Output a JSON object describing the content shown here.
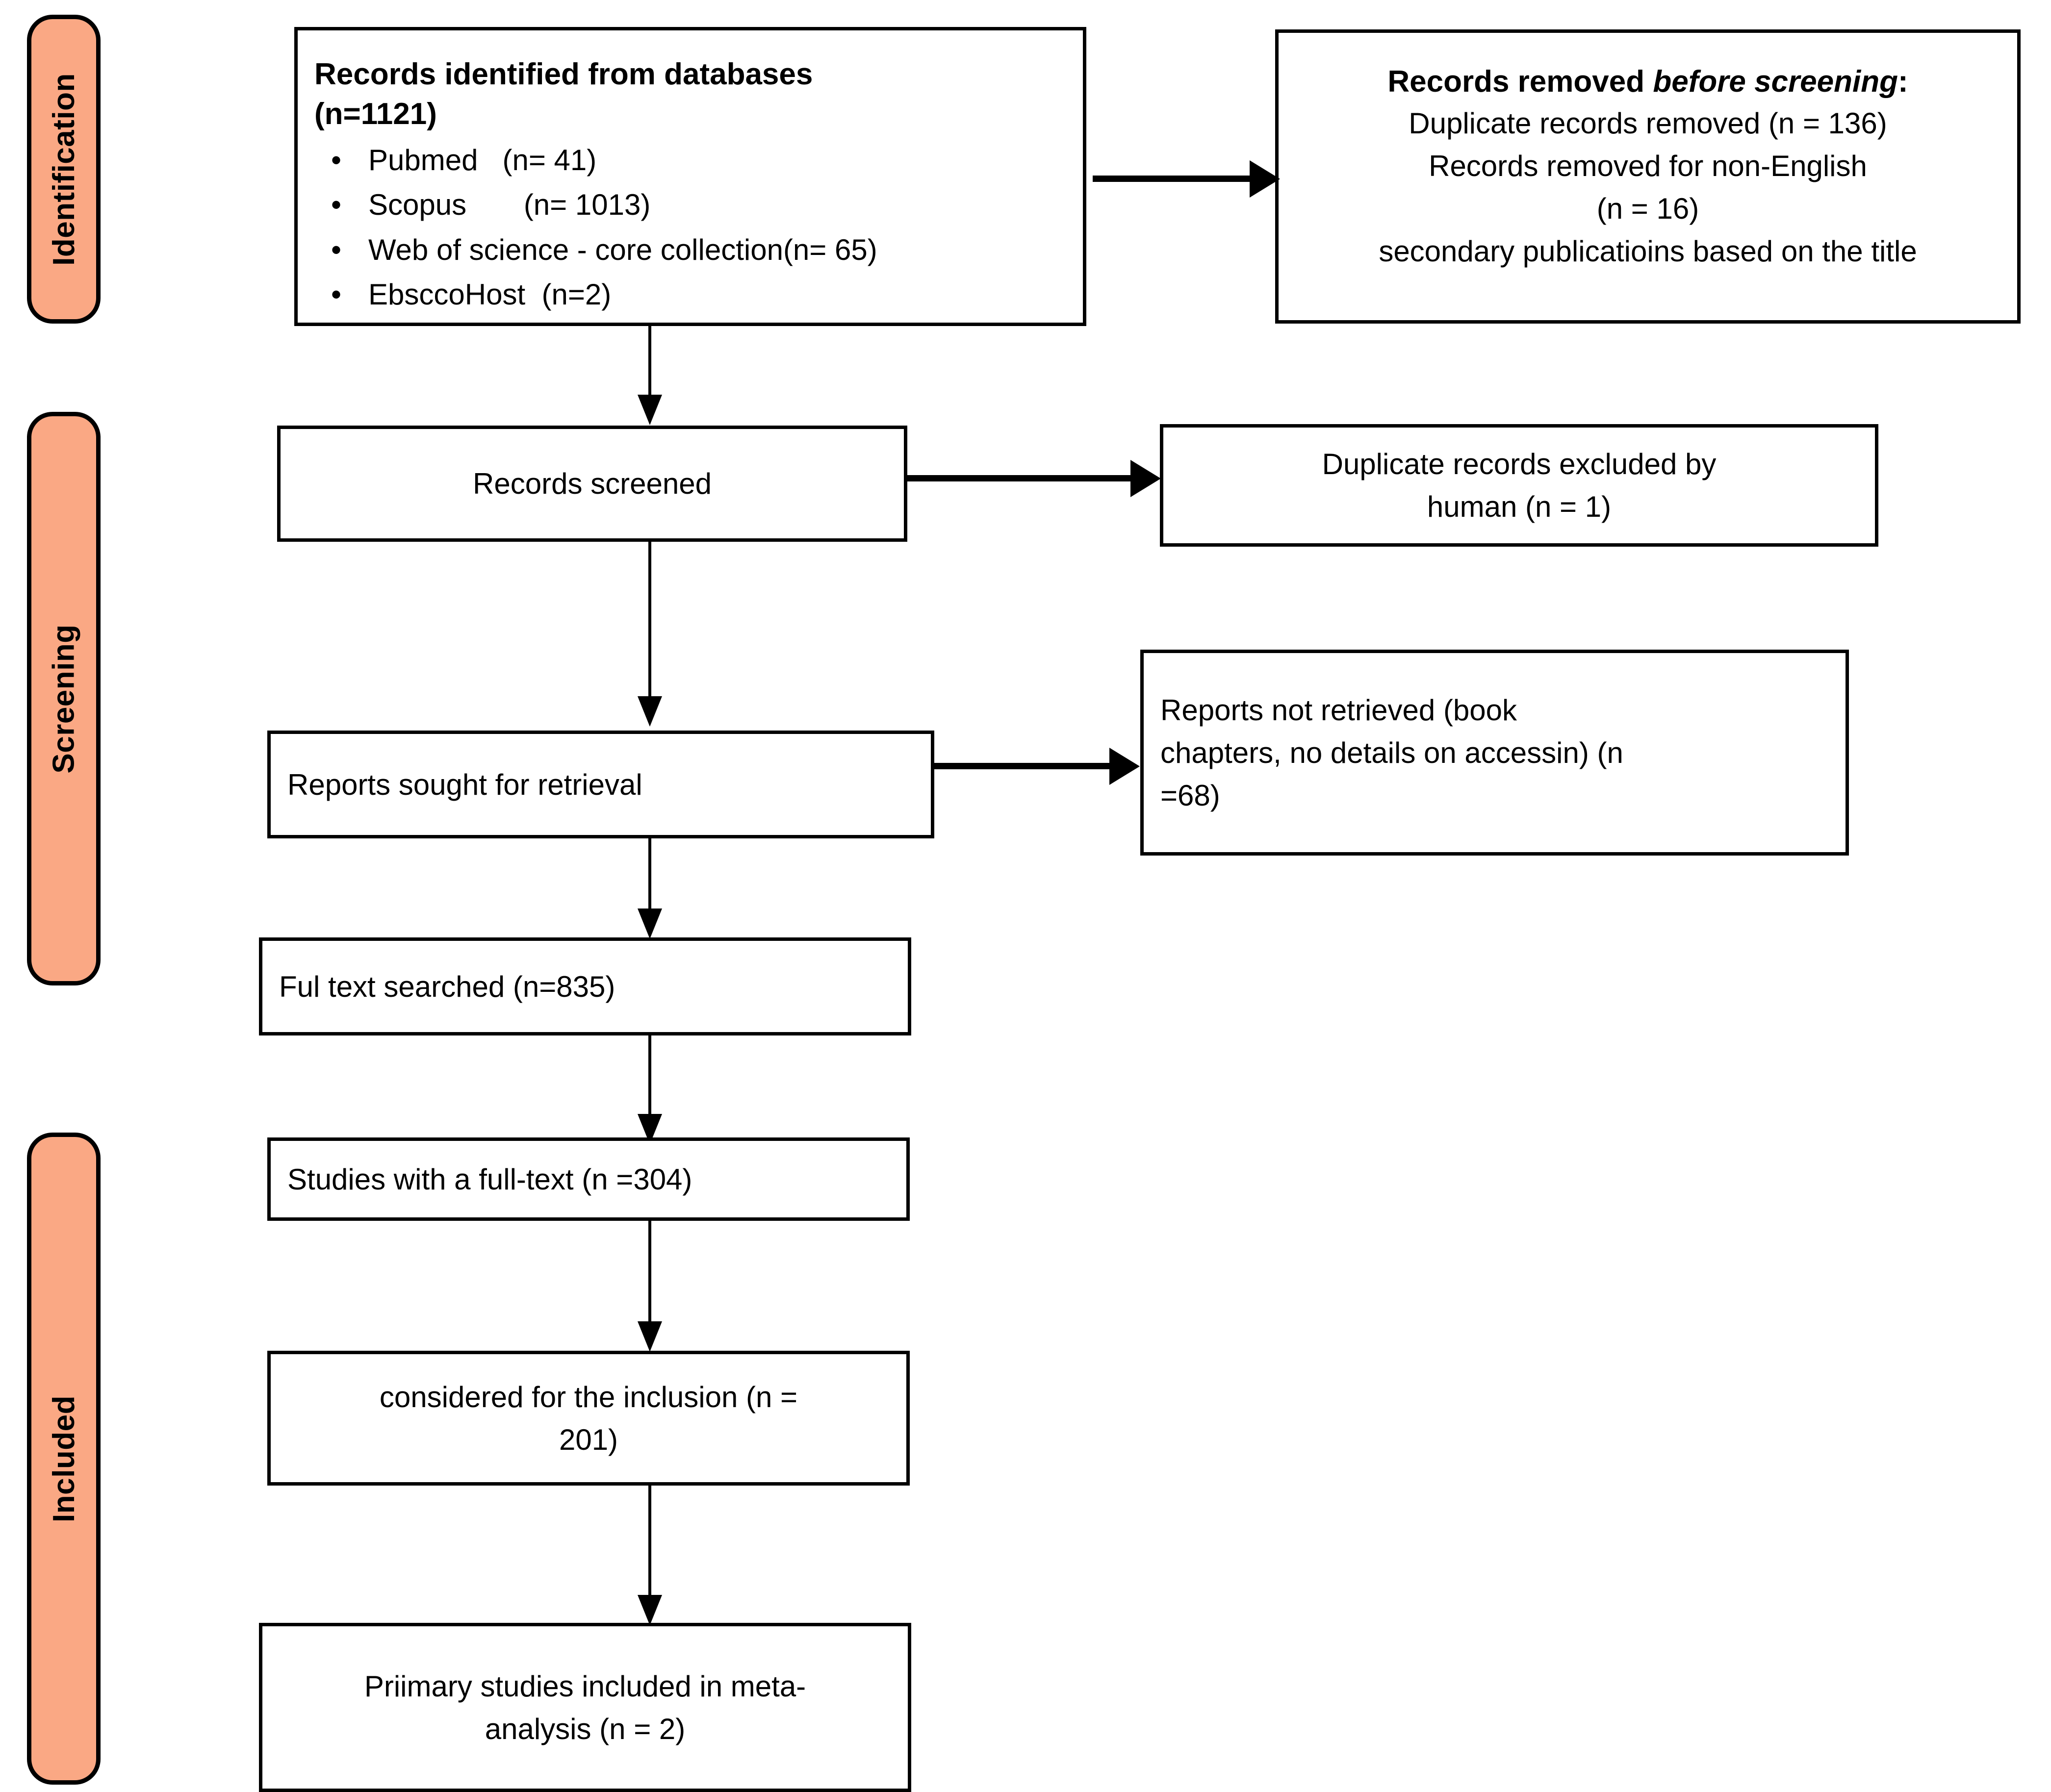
{
  "diagram": {
    "title": "PRISMA flow diagram",
    "accent_color": "#FAA884",
    "line_color": "#000000",
    "background_color": "#FFFFFF"
  },
  "stages": [
    {
      "id": "identification",
      "label": "Identification"
    },
    {
      "id": "screening",
      "label": "Screening"
    },
    {
      "id": "included",
      "label": "Included"
    }
  ],
  "boxes": {
    "records_identified": {
      "title": "Records identified from databases",
      "count_line": "(n=1121)",
      "sources": [
        {
          "name": "Pubmed",
          "count": "(n= 41)",
          "text": "Pubmed   (n= 41)"
        },
        {
          "name": "Scopus",
          "count": "(n= 1013)",
          "text": "Scopus       (n= 1013)"
        },
        {
          "name": "Web of science - core collection",
          "count": "(n= 65)",
          "text": "Web of science - core collection(n= 65)"
        },
        {
          "name": "EbsccoHost",
          "count": "(n=2)",
          "text": "EbsccoHost  (n=2)"
        }
      ]
    },
    "records_removed_before_screening": {
      "title_normal": "Records removed ",
      "title_italic": "before screening",
      "title_colon": ":",
      "lines": [
        "Duplicate records removed  (n = 136)",
        "Records removed for non-English",
        "(n = 16)",
        "secondary publicatioins  based on the title"
      ]
    },
    "records_screened": {
      "text": "Records screened"
    },
    "duplicate_records_excluded": {
      "lines": [
        "Duplicate records  excluded by",
        "human (n = 1)"
      ]
    },
    "reports_sought": {
      "text": "Reports sought for retrieval"
    },
    "reports_not_retrieved": {
      "lines": [
        "Reports not retrieved (book",
        "chapters, no details on accessin) (n",
        "=68)"
      ]
    },
    "full_text_searched": {
      "text": "Ful text searched  (n=835)"
    },
    "studies_full_text": {
      "text": "Studies with a full-text (n =304)"
    },
    "considered_for_inclusion": {
      "lines": [
        "considered for the inclusion (n =",
        "201)"
      ]
    },
    "primary_studies_included": {
      "lines": [
        "Priimary studies included in meta-",
        "analysis (n = 2)"
      ]
    }
  },
  "chart_data": {
    "type": "diagram",
    "title": "PRISMA 2020 flow diagram",
    "nodes": [
      {
        "id": "records_identified",
        "stage": "Identification",
        "label": "Records identified from databases (n=1121)",
        "n": 1121
      },
      {
        "id": "records_removed_before_screening",
        "stage": "Identification",
        "label": "Records removed before screening",
        "n": null
      },
      {
        "id": "records_screened",
        "stage": "Screening",
        "label": "Records screened",
        "n": null
      },
      {
        "id": "duplicate_records_excluded",
        "stage": "Screening",
        "label": "Duplicate records excluded by human",
        "n": 1
      },
      {
        "id": "reports_sought",
        "stage": "Screening",
        "label": "Reports sought for retrieval",
        "n": null
      },
      {
        "id": "reports_not_retrieved",
        "stage": "Screening",
        "label": "Reports not retrieved (book chapters, no details on accessin)",
        "n": 68
      },
      {
        "id": "full_text_searched",
        "stage": "Screening",
        "label": "Ful text searched",
        "n": 835
      },
      {
        "id": "studies_full_text",
        "stage": "Included",
        "label": "Studies with a full-text",
        "n": 304
      },
      {
        "id": "considered_for_inclusion",
        "stage": "Included",
        "label": "considered for the inclusion",
        "n": 201
      },
      {
        "id": "primary_studies_included",
        "stage": "Included",
        "label": "Priimary studies included in meta-analysis",
        "n": 2
      }
    ],
    "sources": [
      {
        "name": "Pubmed",
        "n": 41
      },
      {
        "name": "Scopus",
        "n": 1013
      },
      {
        "name": "Web of science - core collection",
        "n": 65
      },
      {
        "name": "EbsccoHost",
        "n": 2
      }
    ],
    "exclusions": [
      {
        "reason": "Duplicate records removed",
        "n": 136
      },
      {
        "reason": "Records removed for non-English",
        "n": 16
      },
      {
        "reason": "secondary publicatioins based on the title",
        "n": null
      },
      {
        "reason": "Duplicate records excluded by human",
        "n": 1
      },
      {
        "reason": "Reports not retrieved (book chapters, no details on accessin)",
        "n": 68
      }
    ],
    "edges": [
      {
        "from": "records_identified",
        "to": "records_removed_before_screening",
        "dir": "right"
      },
      {
        "from": "records_identified",
        "to": "records_screened",
        "dir": "down"
      },
      {
        "from": "records_screened",
        "to": "duplicate_records_excluded",
        "dir": "right"
      },
      {
        "from": "records_screened",
        "to": "reports_sought",
        "dir": "down"
      },
      {
        "from": "reports_sought",
        "to": "reports_not_retrieved",
        "dir": "right"
      },
      {
        "from": "reports_sought",
        "to": "full_text_searched",
        "dir": "down"
      },
      {
        "from": "full_text_searched",
        "to": "studies_full_text",
        "dir": "down"
      },
      {
        "from": "studies_full_text",
        "to": "considered_for_inclusion",
        "dir": "down"
      },
      {
        "from": "considered_for_inclusion",
        "to": "primary_studies_included",
        "dir": "down"
      }
    ]
  }
}
